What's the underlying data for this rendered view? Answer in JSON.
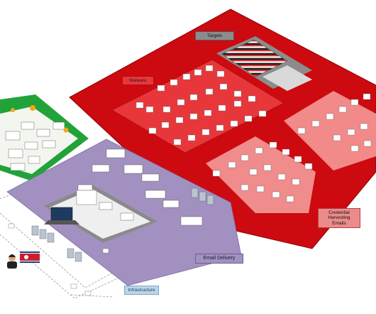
{
  "labels": {
    "targets": "Targets",
    "malware": "Malware",
    "credential_harvesting": "Credential Harvesting\nEmails",
    "email_delivery": "Email Delivery",
    "infrastructure": "Infrastructure"
  },
  "colors": {
    "red_zone": "#cc0a10",
    "red_border": "#8d0508",
    "malware_zone": "#e8373b",
    "cred_zone": "#f08c8c",
    "email_zone": "#a291c0",
    "targets_zone": "#8c8c8c",
    "green_zone": "#22a33a",
    "infra_lines": "#9a9a9a",
    "dprk_red": "#cc1e2a",
    "dprk_blue": "#143d8c"
  },
  "icons": [
    "world-flag-grid",
    "malware-document-thumbnails",
    "phishing-email-screenshots",
    "server-rack-icons",
    "laptop-icon",
    "hacker-person-icon",
    "north-korea-flag-icon",
    "infrastructure-computers",
    "bitcoin-coin-icons"
  ]
}
